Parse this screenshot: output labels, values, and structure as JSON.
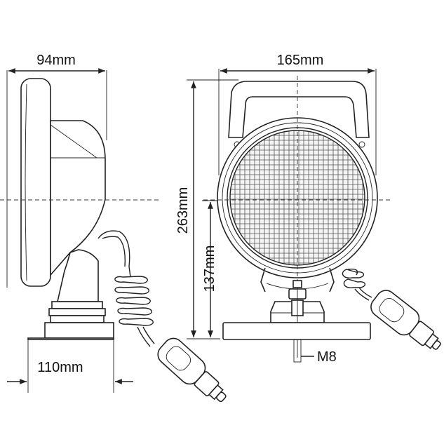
{
  "dimensions": {
    "side_depth": "94mm",
    "front_width": "165mm",
    "total_height": "263mm",
    "mount_height": "137mm",
    "base_width": "110mm",
    "thread": "M8"
  }
}
